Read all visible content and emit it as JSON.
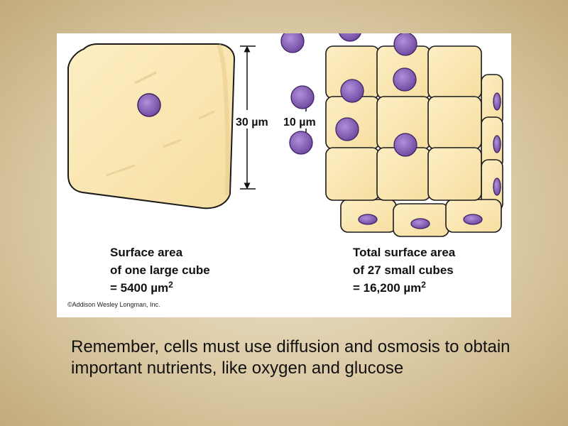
{
  "figure": {
    "large_cube_dimension": "30 µm",
    "small_cube_dimension": "10 µm",
    "large_cube_label": {
      "line1": "Surface area",
      "line2": "of one large cube",
      "line3_prefix": "= 5400 ",
      "unit": "µm",
      "exponent": "2"
    },
    "small_cubes_label": {
      "line1": "Total surface area",
      "line2": "of 27 small cubes",
      "line3_prefix": "= 16,200 ",
      "unit": "µm",
      "exponent": "2"
    },
    "copyright": "©Addison Wesley Longman, Inc.",
    "colors": {
      "cube_fill": "#fbe7b2",
      "cube_edge": "#1a1a1a",
      "nucleus": "#8b63b8"
    }
  },
  "caption": "Remember, cells must use diffusion and osmosis to obtain important nutrients, like oxygen and glucose"
}
